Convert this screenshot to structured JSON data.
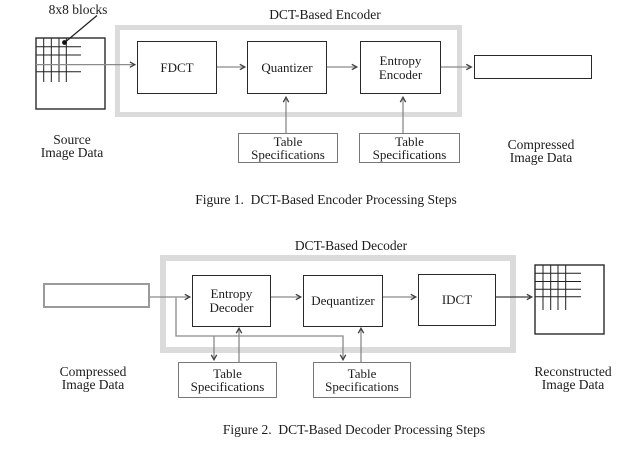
{
  "colors": {
    "ink": "#1b1b1b",
    "box-border": "#2a2a2a",
    "soft-border": "#787878",
    "line-gray": "#8a8a8a",
    "arrow-dark": "#3f3f3f",
    "frame-gray": "#dbdbdb",
    "bg": "#ffffff"
  },
  "figure1": {
    "title": "DCT-Based Encoder",
    "blocks_annotation": "8x8 blocks",
    "source_label": "Source\nImage Data",
    "fdct": "FDCT",
    "quantizer": "Quantizer",
    "entropy_encoder": "Entropy\nEncoder",
    "table_spec_1": "Table\nSpecifications",
    "table_spec_2": "Table\nSpecifications",
    "compressed_label": "Compressed\nImage Data",
    "caption": "Figure 1.  DCT-Based Encoder Processing Steps"
  },
  "figure2": {
    "title": "DCT-Based Decoder",
    "compressed_label": "Compressed\nImage Data",
    "entropy_decoder": "Entropy\nDecoder",
    "dequantizer": "Dequantizer",
    "idct": "IDCT",
    "table_spec_1": "Table\nSpecifications",
    "table_spec_2": "Table\nSpecifications",
    "reconstructed_label": "Reconstructed\nImage Data",
    "caption": "Figure 2.  DCT-Based Decoder Processing Steps"
  }
}
